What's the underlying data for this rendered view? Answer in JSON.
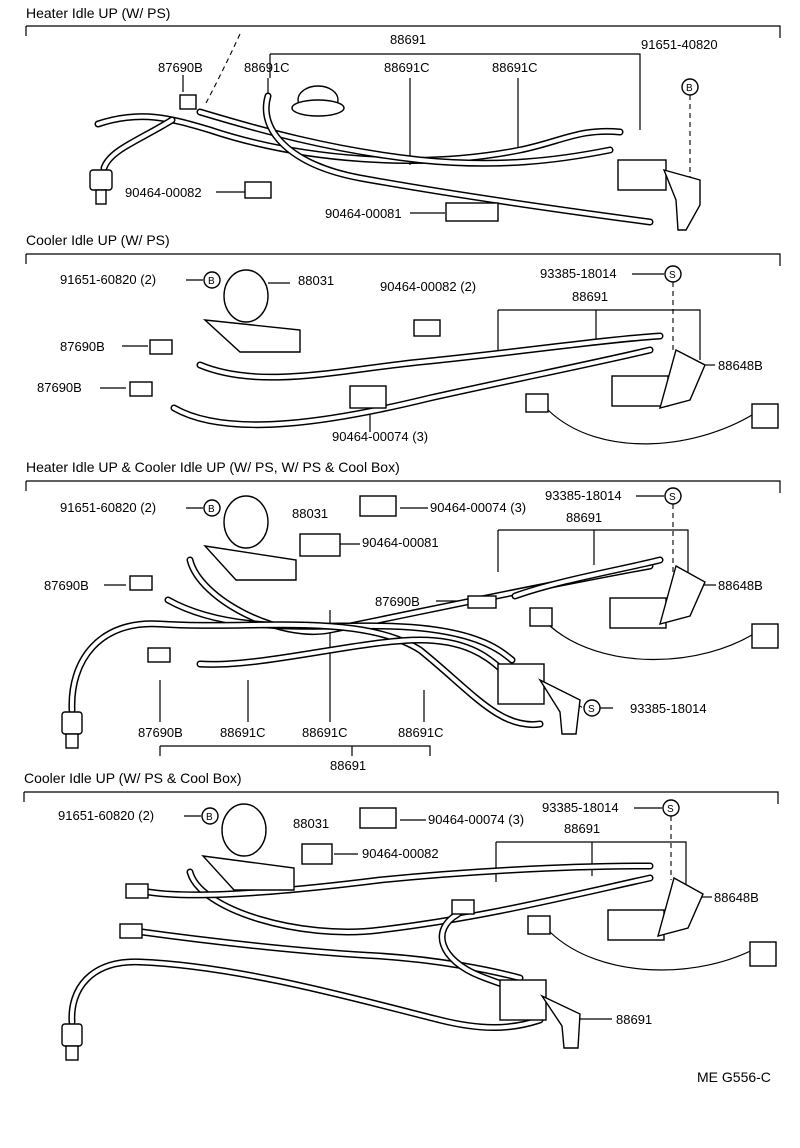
{
  "sections": [
    {
      "title": "Heater Idle UP (W/ PS)",
      "labels": [
        "88691",
        "91651-40820",
        "87690B",
        "88691C",
        "88691C",
        "88691C",
        "90464-00082",
        "90464-00081"
      ],
      "markers": [
        "B"
      ]
    },
    {
      "title": "Cooler Idle UP (W/ PS)",
      "labels": [
        "91651-60820 (2)",
        "88031",
        "90464-00082 (2)",
        "93385-18014",
        "88691",
        "87690B",
        "88648B",
        "87690B",
        "90464-00074 (3)"
      ],
      "markers": [
        "B",
        "S"
      ]
    },
    {
      "title": "Heater Idle UP & Cooler Idle UP (W/ PS, W/ PS & Cool Box)",
      "labels": [
        "91651-60820 (2)",
        "88031",
        "90464-00074 (3)",
        "93385-18014",
        "88691",
        "90464-00081",
        "87690B",
        "88648B",
        "87690B",
        "93385-18014",
        "87690B",
        "88691C",
        "88691C",
        "88691C",
        "88691"
      ],
      "markers": [
        "B",
        "S",
        "S"
      ]
    },
    {
      "title": "Cooler Idle UP (W/ PS & Cool Box)",
      "labels": [
        "91651-60820 (2)",
        "88031",
        "90464-00074 (3)",
        "93385-18014",
        "88691",
        "90464-00082",
        "88648B",
        "88691"
      ],
      "markers": [
        "B",
        "S"
      ]
    }
  ],
  "footer_code": "ME  G556-C"
}
